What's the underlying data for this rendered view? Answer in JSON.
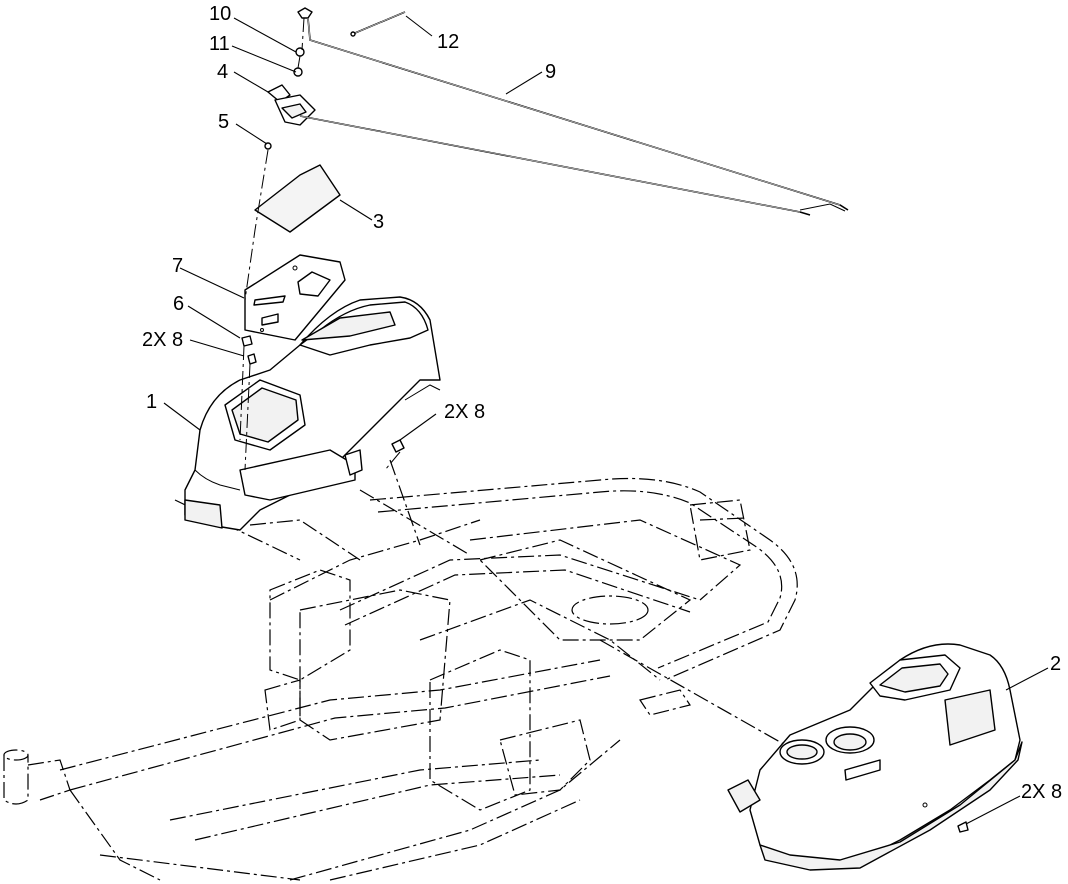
{
  "callouts": [
    {
      "id": "10",
      "text": "10"
    },
    {
      "id": "11",
      "text": "11"
    },
    {
      "id": "4",
      "text": "4"
    },
    {
      "id": "5",
      "text": "5"
    },
    {
      "id": "3",
      "text": "3"
    },
    {
      "id": "7",
      "text": "7"
    },
    {
      "id": "6",
      "text": "6"
    },
    {
      "id": "8a",
      "text": "2X 8"
    },
    {
      "id": "1",
      "text": "1"
    },
    {
      "id": "8b",
      "text": "2X 8"
    },
    {
      "id": "12",
      "text": "12"
    },
    {
      "id": "9",
      "text": "9"
    },
    {
      "id": "2",
      "text": "2"
    },
    {
      "id": "8c",
      "text": "2X 8"
    }
  ]
}
